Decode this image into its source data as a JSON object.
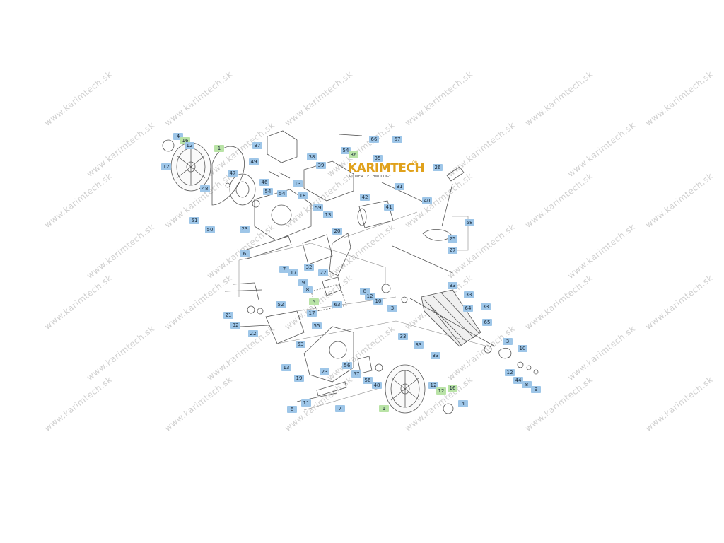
{
  "watermark": "www.karimtech.sk",
  "logo": {
    "brand_a": "KARIM",
    "brand_b": "TECH",
    "tagline": "POWER TECHNOLOGY",
    "mark": "®"
  },
  "tags": [
    {
      "t": "4"
    },
    {
      "t": "16"
    },
    {
      "t": "12"
    },
    {
      "t": "1"
    },
    {
      "t": "12"
    },
    {
      "t": "48"
    },
    {
      "t": "37"
    },
    {
      "t": "49"
    },
    {
      "t": "47"
    },
    {
      "t": "46"
    },
    {
      "t": "54"
    },
    {
      "t": "54"
    },
    {
      "t": "18"
    },
    {
      "t": "51"
    },
    {
      "t": "50"
    },
    {
      "t": "23"
    },
    {
      "t": "38"
    },
    {
      "t": "39"
    },
    {
      "t": "13"
    },
    {
      "t": "66"
    },
    {
      "t": "67"
    },
    {
      "t": "54"
    },
    {
      "t": "36"
    },
    {
      "t": "35"
    },
    {
      "t": "31"
    },
    {
      "t": "42"
    },
    {
      "t": "59"
    },
    {
      "t": "41"
    },
    {
      "t": "13"
    },
    {
      "t": "40"
    },
    {
      "t": "26"
    },
    {
      "t": "58"
    },
    {
      "t": "25"
    },
    {
      "t": "27"
    },
    {
      "t": "20"
    },
    {
      "t": "6"
    },
    {
      "t": "17"
    },
    {
      "t": "7"
    },
    {
      "t": "32"
    },
    {
      "t": "22"
    },
    {
      "t": "9"
    },
    {
      "t": "8"
    },
    {
      "t": "5"
    },
    {
      "t": "63"
    },
    {
      "t": "8"
    },
    {
      "t": "12"
    },
    {
      "t": "10"
    },
    {
      "t": "3"
    },
    {
      "t": "33"
    },
    {
      "t": "33"
    },
    {
      "t": "64"
    },
    {
      "t": "33"
    },
    {
      "t": "65"
    },
    {
      "t": "21"
    },
    {
      "t": "52"
    },
    {
      "t": "32"
    },
    {
      "t": "22"
    },
    {
      "t": "17"
    },
    {
      "t": "55"
    },
    {
      "t": "53"
    },
    {
      "t": "33"
    },
    {
      "t": "33"
    },
    {
      "t": "33"
    },
    {
      "t": "3"
    },
    {
      "t": "10"
    },
    {
      "t": "13"
    },
    {
      "t": "23"
    },
    {
      "t": "56"
    },
    {
      "t": "19"
    },
    {
      "t": "57"
    },
    {
      "t": "56"
    },
    {
      "t": "48"
    },
    {
      "t": "12"
    },
    {
      "t": "44"
    },
    {
      "t": "8"
    },
    {
      "t": "9"
    },
    {
      "t": "12"
    },
    {
      "t": "12"
    },
    {
      "t": "16"
    },
    {
      "t": "4"
    },
    {
      "t": "1"
    },
    {
      "t": "6"
    },
    {
      "t": "11"
    },
    {
      "t": "7"
    }
  ],
  "colors": {
    "tag_blue": "#9ec6e8",
    "tag_green": "#b9e3a6",
    "line": "#555555"
  }
}
